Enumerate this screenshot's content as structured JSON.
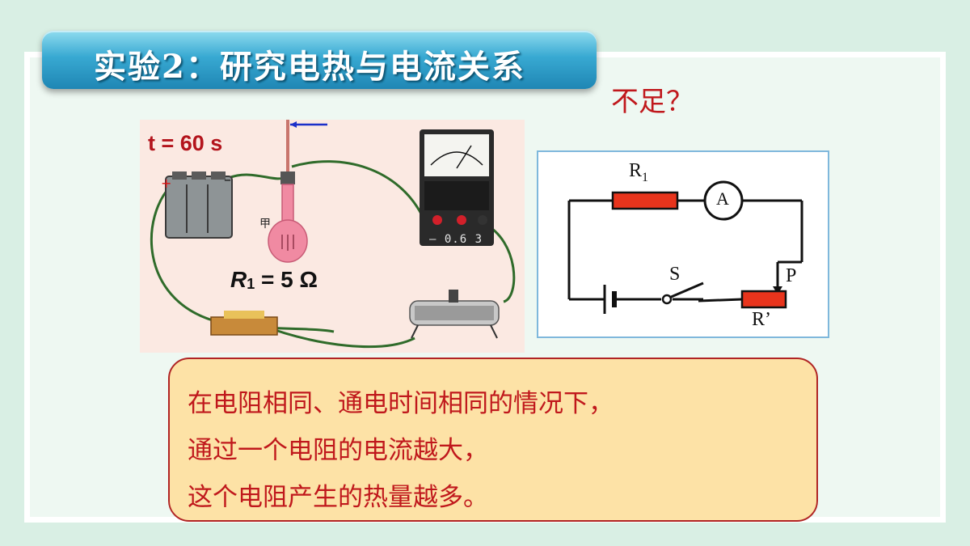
{
  "slide": {
    "title": "实验2：研究电热与电流关系",
    "question": "不足？"
  },
  "photo": {
    "time_label": "t = 60 s",
    "resistor_symbol": "R",
    "resistor_sub": "1",
    "resistor_value": " = 5 Ω",
    "flask_tag": "甲",
    "meter_terminals": "–  0.6  3"
  },
  "schematic": {
    "r1_symbol": "R",
    "r1_sub": "1",
    "ammeter_symbol": "A",
    "switch_label": "S",
    "slider_label": "P",
    "rheostat_label": "R’"
  },
  "conclusion": {
    "lines": [
      "在电阻相同、通电时间相同的情况下，",
      "通过一个电阻的电流越大，",
      "这个电阻产生的热量越多。"
    ]
  },
  "colors": {
    "title_bar": "#38a9d2",
    "accent_red": "#c0181c",
    "conclusion_bg": "#fde2a6",
    "resistor_fill": "#e8341c"
  }
}
